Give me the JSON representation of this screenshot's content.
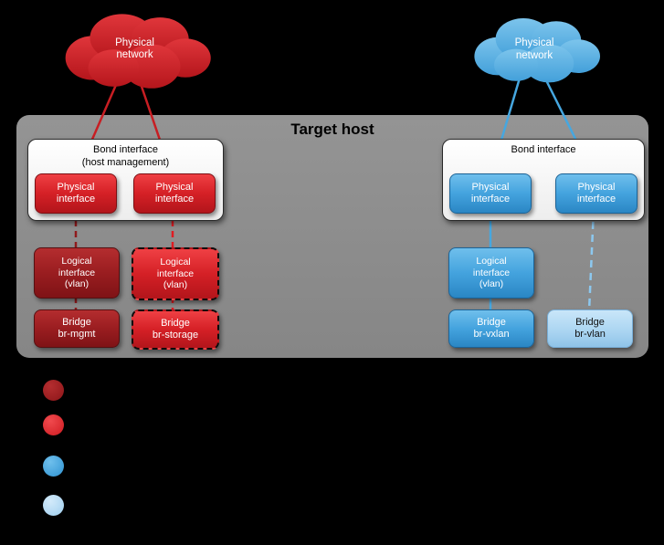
{
  "clouds": {
    "left": {
      "label": "Physical\nnetwork",
      "color": "#cf1f24"
    },
    "right": {
      "label": "Physical\nnetwork",
      "color": "#54b0e4"
    }
  },
  "host": {
    "title": "Target host",
    "background": "#8a8a8a"
  },
  "bonds": {
    "left": {
      "label": "Bond interface\n(host management)",
      "phys1": "Physical\ninterface",
      "phys2": "Physical\ninterface"
    },
    "right": {
      "label": "Bond interface",
      "phys1": "Physical\ninterface",
      "phys2": "Physical\ninterface"
    }
  },
  "nodes": {
    "logical_mgmt": "Logical\ninterface\n(vlan)",
    "logical_storage": "Logical\ninterface\n(vlan)",
    "logical_vxlan": "Logical\ninterface\n(vlan)",
    "bridge_mgmt": "Bridge\nbr-mgmt",
    "bridge_storage": "Bridge\nbr-storage",
    "bridge_vxlan": "Bridge\nbr-vxlan",
    "bridge_vlan": "Bridge\nbr-vlan"
  },
  "legend": {
    "swatches": [
      {
        "name": "dark-red",
        "color": "#9a1d20"
      },
      {
        "name": "red",
        "color": "#d52026"
      },
      {
        "name": "blue",
        "color": "#44a3de"
      },
      {
        "name": "light-blue",
        "color": "#a9d4f1"
      }
    ]
  }
}
